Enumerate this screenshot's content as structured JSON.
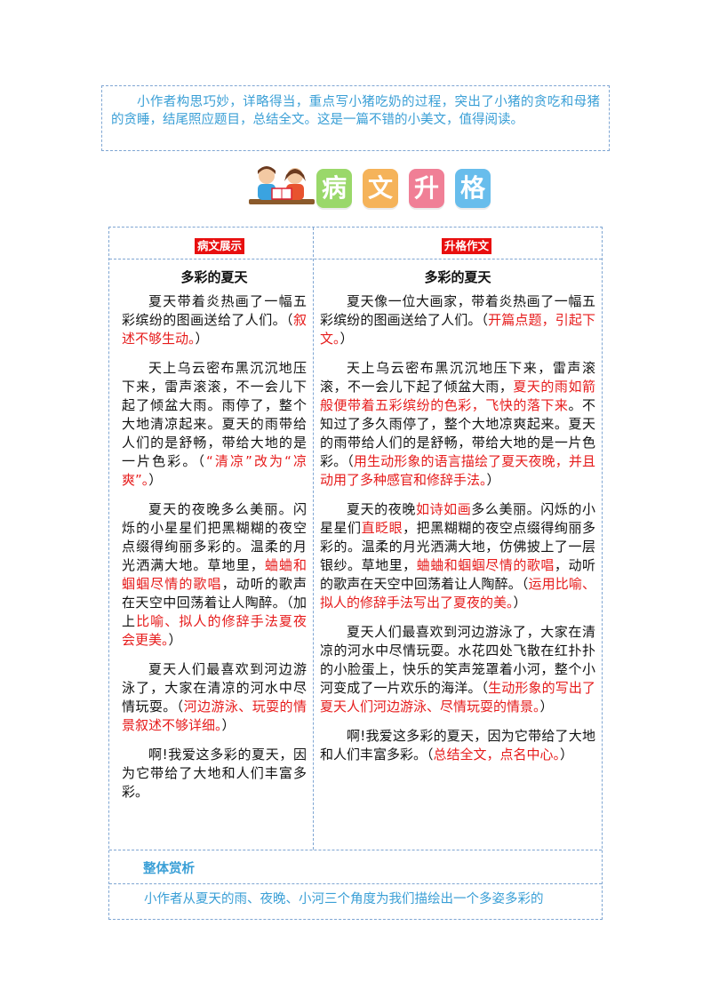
{
  "top_note": "小作者构思巧妙，详略得当，重点写小猪吃奶的过程，突出了小猪的贪吃和母猪的贪睡，结尾照应题目，总结全文。这是一篇不错的小美文，值得阅读。",
  "banner": {
    "tiles": [
      "病",
      "文",
      "升",
      "格"
    ]
  },
  "left": {
    "tag": "病文展示",
    "title": "多彩的夏天",
    "p1": "夏天带着炎热画了一幅五彩缤纷的图画送给了人们。（",
    "p1_note": "叙述不够生动。",
    "p1_end": "）",
    "p2": "天上乌云密布黑沉沉地压下来，雷声滚滚，不一会儿下起了倾盆大雨。雨停了，整个大地清凉起来。夏天的雨带给人们的是舒畅，带给大地的是一片色彩。（",
    "p2_note": "“清凉”改为“凉爽”。",
    "p2_end": "）",
    "p3a": "夏天的夜晚多么美丽。闪烁的小星星们把黑糊糊的夜空点缀得绚丽多彩的。温柔的月光洒满大地。草地里，",
    "p3_red": "蛐蛐和蝈蝈尽情的歌唱",
    "p3b": "，动听的歌声在天空中回荡着让人陶醉。（加上",
    "p3_note": "比喻、拟人的修辞手法夏夜会更美。",
    "p3_end": "）",
    "p4": "夏天人们最喜欢到河边游泳了，大家在清凉的河水中尽情玩耍。（",
    "p4_note": "河边游泳、玩耍的情景叙述不够详细。",
    "p4_end": "）",
    "p5": "啊!我爱这多彩的夏天，因为它带给了大地和人们丰富多彩。"
  },
  "right": {
    "tag": "升格作文",
    "title": "多彩的夏天",
    "p1": "夏天像一位大画家，带着炎热画了一幅五彩缤纷的图画送给了人们。（",
    "p1_note": "开篇点题，引起下文。",
    "p1_end": "）",
    "p2a": "天上乌云密布黑沉沉地压下来，雷声滚滚，不一会儿下起了倾盆大雨，",
    "p2_red": "夏天的雨如箭般便带着五彩缤纷的色彩，飞快的落下来",
    "p2b": "。不知过了多久雨停了，整个大地凉爽起来。夏天的雨带给人们的是舒畅，带给大地的是一片色彩。（",
    "p2_note": "用生动形象的语言描绘了夏天夜晚，并且动用了多种感官和修辞手法。",
    "p2_end": "）",
    "p3a": "夏天的夜晚",
    "p3_red1": "如诗如画",
    "p3b": "多么美丽。闪烁的小星星们",
    "p3_red2": "直眨眼",
    "p3c": "，把黑糊糊的夜空点缀得绚丽多彩的。温柔的月光洒满大地，仿佛披上了一层银纱。草地里，",
    "p3_red3": "蛐蛐和蝈蝈尽情的歌唱",
    "p3d": "，动听的歌声在天空中回荡着让人陶醉。（",
    "p3_note": "运用比喻、拟人的修辞手法写出了夏夜的美。",
    "p3_end": "）",
    "p4": "夏天人们最喜欢到河边游泳了，大家在清凉的河水中尽情玩耍。水花四处飞散在红扑扑的小脸蛋上，快乐的笑声笼罩着小河，整个小河变成了一片欢乐的海洋。（",
    "p4_note": "生动形象的写出了夏天人们河边游泳、尽情玩耍的情景。",
    "p4_end": "）",
    "p5": "啊!我爱这多彩的夏天，因为它带给了大地和人们丰富多彩。（",
    "p5_note": "总结全文，点名中心。",
    "p5_end": "）"
  },
  "overall": {
    "heading": "整体赏析",
    "text": "小作者从夏天的雨、夜晚、小河三个角度为我们描绘出一个多姿多彩的"
  },
  "colors": {
    "blue": "#3a9fd6",
    "red": "#e61c1c",
    "tag_bg": "#e80f0f"
  }
}
